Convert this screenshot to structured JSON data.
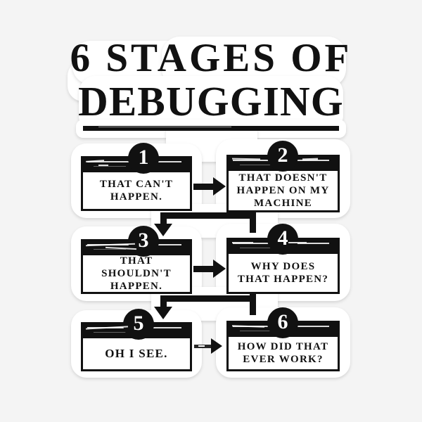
{
  "sticker": {
    "background_color": "#f4f4f4",
    "sticker_color": "#ffffff",
    "ink_color": "#111111"
  },
  "title": {
    "line1": "6 STAGES OF",
    "line2": "DEBUGGING",
    "full": "6 STAGES OF DEBUGGING"
  },
  "flow": {
    "steps": [
      {
        "number": "1",
        "text_lines": [
          "THAT CAN'T",
          "HAPPEN."
        ],
        "text": "THAT CAN'T HAPPEN."
      },
      {
        "number": "2",
        "text_lines": [
          "THAT DOESN'T",
          "HAPPEN ON MY",
          "MACHINE"
        ],
        "text": "THAT DOESN'T HAPPEN ON MY MACHINE"
      },
      {
        "number": "3",
        "text_lines": [
          "THAT SHOULDN'T",
          "HAPPEN."
        ],
        "text": "THAT SHOULDN'T HAPPEN."
      },
      {
        "number": "4",
        "text_lines": [
          "WHY DOES",
          "THAT HAPPEN?"
        ],
        "text": "WHY DOES THAT HAPPEN?"
      },
      {
        "number": "5",
        "text_lines": [
          "OH I SEE."
        ],
        "text": "OH I SEE."
      },
      {
        "number": "6",
        "text_lines": [
          "HOW DID THAT",
          "EVER WORK?"
        ],
        "text": "HOW DID THAT EVER WORK?"
      }
    ],
    "connectors": [
      {
        "from": "1",
        "to": "2",
        "direction": "right"
      },
      {
        "from": "2",
        "to": "3",
        "direction": "down-left"
      },
      {
        "from": "3",
        "to": "4",
        "direction": "right"
      },
      {
        "from": "4",
        "to": "5",
        "direction": "down-left"
      },
      {
        "from": "5",
        "to": "6",
        "direction": "right"
      }
    ]
  }
}
